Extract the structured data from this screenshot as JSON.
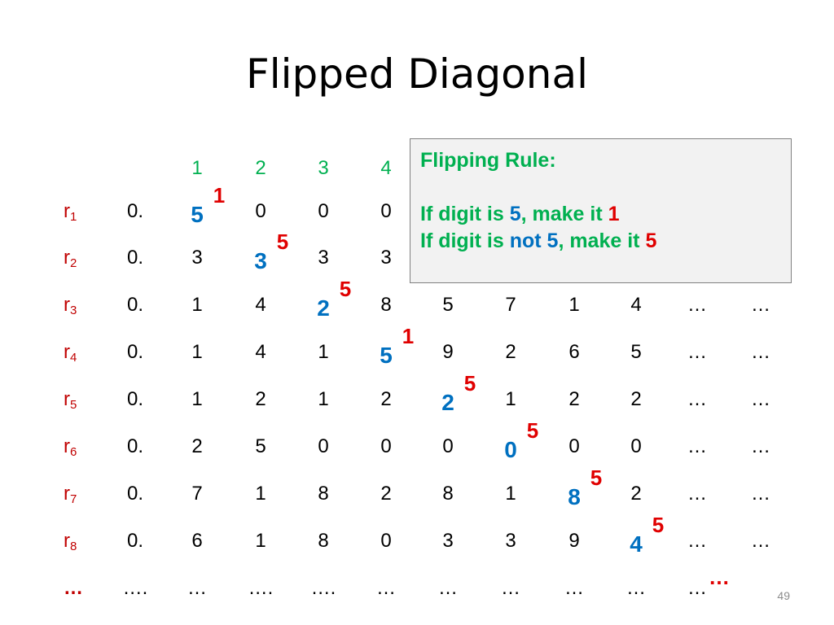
{
  "title": "Flipped Diagonal",
  "column_headers": [
    "1",
    "2",
    "3",
    "4"
  ],
  "row_labels": [
    {
      "r": "r",
      "sub": "1"
    },
    {
      "r": "r",
      "sub": "2"
    },
    {
      "r": "r",
      "sub": "3"
    },
    {
      "r": "r",
      "sub": "4"
    },
    {
      "r": "r",
      "sub": "5"
    },
    {
      "r": "r",
      "sub": "6"
    },
    {
      "r": "r",
      "sub": "7"
    },
    {
      "r": "r",
      "sub": "8"
    },
    {
      "r": "…",
      "sub": ""
    }
  ],
  "rows": [
    [
      "0.",
      "5",
      "0",
      "0",
      "0",
      "",
      "",
      "",
      "",
      "",
      ""
    ],
    [
      "0.",
      "3",
      "3",
      "3",
      "3",
      "",
      "",
      "",
      "",
      "",
      ""
    ],
    [
      "0.",
      "1",
      "4",
      "2",
      "8",
      "5",
      "7",
      "1",
      "4",
      "…",
      "…"
    ],
    [
      "0.",
      "1",
      "4",
      "1",
      "5",
      "9",
      "2",
      "6",
      "5",
      "…",
      "…"
    ],
    [
      "0.",
      "1",
      "2",
      "1",
      "2",
      "2",
      "1",
      "2",
      "2",
      "…",
      "…"
    ],
    [
      "0.",
      "2",
      "5",
      "0",
      "0",
      "0",
      "0",
      "0",
      "0",
      "…",
      "…"
    ],
    [
      "0.",
      "7",
      "1",
      "8",
      "2",
      "8",
      "1",
      "8",
      "2",
      "…",
      "…"
    ],
    [
      "0.",
      "6",
      "1",
      "8",
      "0",
      "3",
      "3",
      "9",
      "4",
      "…",
      "…"
    ],
    [
      "….",
      "…",
      "….",
      "….",
      "…",
      "…",
      "…",
      "…",
      "…",
      "…",
      ""
    ]
  ],
  "flipped_digits": [
    "1",
    "5",
    "5",
    "1",
    "5",
    "5",
    "5",
    "5"
  ],
  "final_ellipsis": "…",
  "rule": {
    "heading": "Flipping Rule:",
    "line1": {
      "a": "If digit is ",
      "b": "5",
      "c": ", make it ",
      "d": "1"
    },
    "line2": {
      "a": "If digit is ",
      "b": "not 5",
      "c": ", make it ",
      "d": "5"
    }
  },
  "page_number": "49",
  "colors": {
    "header_green": "#00b050",
    "row_label_red": "#c00000",
    "diagonal_blue": "#0070c0",
    "flip_red": "#e00000"
  }
}
